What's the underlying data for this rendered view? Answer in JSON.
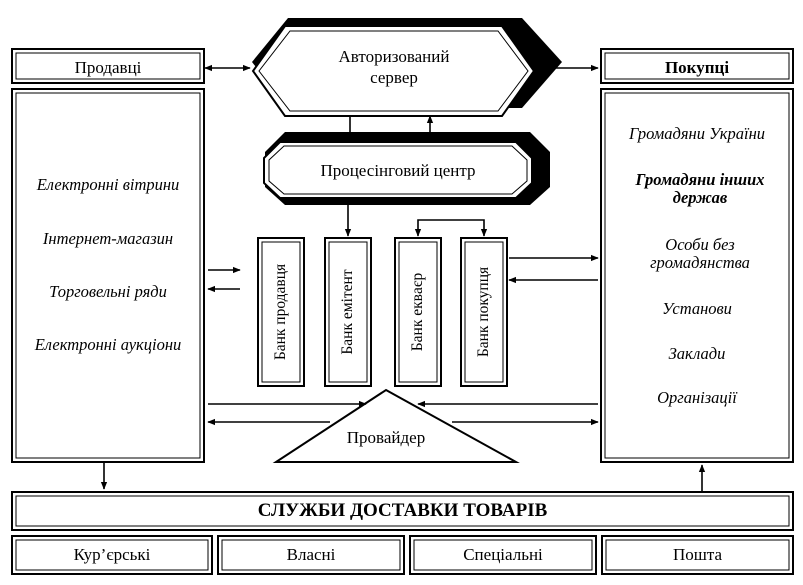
{
  "sellers": {
    "title": "Продавці",
    "items": [
      "Електронні вітрини",
      "Інтернет-магазин",
      "Торговельні ряди",
      "Електронні аукціони"
    ]
  },
  "buyers": {
    "title": "Покупці",
    "items": [
      "Громадяни України",
      "Громадяни інших держав",
      "Особи без громадянства",
      "Установи",
      "Заклади",
      "Організації"
    ]
  },
  "server": {
    "label_line1": "Авторизований",
    "label_line2": "сервер"
  },
  "processing": {
    "label": "Процесінговий центр"
  },
  "banks": [
    "Банк продавця",
    "Банк емітент",
    "Банк еквaєр",
    "Банк покупця"
  ],
  "provider": {
    "label": "Провайдер"
  },
  "delivery": {
    "title": "СЛУЖБИ ДОСТАВКИ ТОВАРІВ",
    "items": [
      "Кур’єрські",
      "Власні",
      "Спеціальні",
      "Пошта"
    ]
  }
}
